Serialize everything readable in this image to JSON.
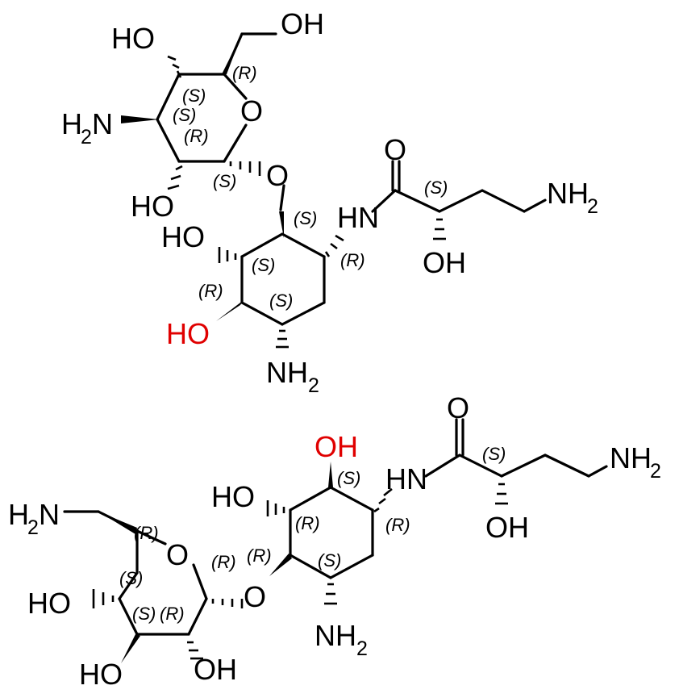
{
  "molecules": [
    {
      "labels": {
        "oh_top": "OH",
        "ho_a": "HO",
        "h2n_a": "H",
        "h2n_a_sub": "2",
        "h2n_a_n": "N",
        "o_ring": "O",
        "ho_b": "HO",
        "o_link": "O",
        "ho_c": "HO",
        "hn": "HN",
        "o_carbonyl": "O",
        "nh2_chain": "NH",
        "nh2_chain_sub": "2",
        "oh_chain": "OH",
        "ho_red": "HO",
        "nh2_bottom": "NH",
        "nh2_bottom_sub": "2"
      },
      "stereo": [
        "(R)",
        "(S)",
        "(S)",
        "(R)",
        "(S)",
        "(S)",
        "(S)",
        "(R)",
        "(S)",
        "(R)",
        "(S)"
      ]
    },
    {
      "labels": {
        "o_carbonyl": "O",
        "oh_red": "OH",
        "hn": "HN",
        "nh2_chain": "NH",
        "nh2_chain_sub": "2",
        "ho_a": "HO",
        "oh_chain": "OH",
        "h2n_a": "H",
        "h2n_a_sub": "2",
        "h2n_a_n": "N",
        "o_ring": "O",
        "ho_b": "HO",
        "o_link": "O",
        "nh2_bottom": "NH",
        "nh2_bottom_sub": "2",
        "ho_c": "HO",
        "oh_c": "OH"
      },
      "stereo": [
        "(S)",
        "(S)",
        "(R)",
        "(R)",
        "(R)",
        "(R)",
        "(R)",
        "(S)",
        "(S)",
        "(S)",
        "(R)"
      ]
    }
  ],
  "colors": {
    "bond": "#000000",
    "heteroatom_highlight": "#e00000"
  }
}
